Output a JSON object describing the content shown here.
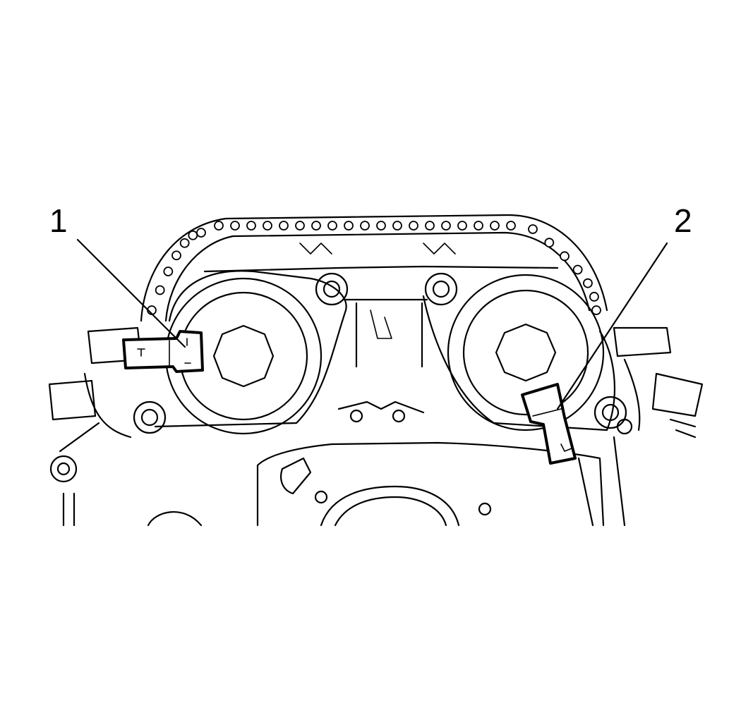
{
  "callouts": [
    {
      "id": "1",
      "label": "1",
      "target": "camshaft-locking-tool-left"
    },
    {
      "id": "2",
      "label": "2",
      "target": "camshaft-locking-tool-right"
    }
  ],
  "colors": {
    "line": "#000000",
    "background": "#ffffff"
  }
}
